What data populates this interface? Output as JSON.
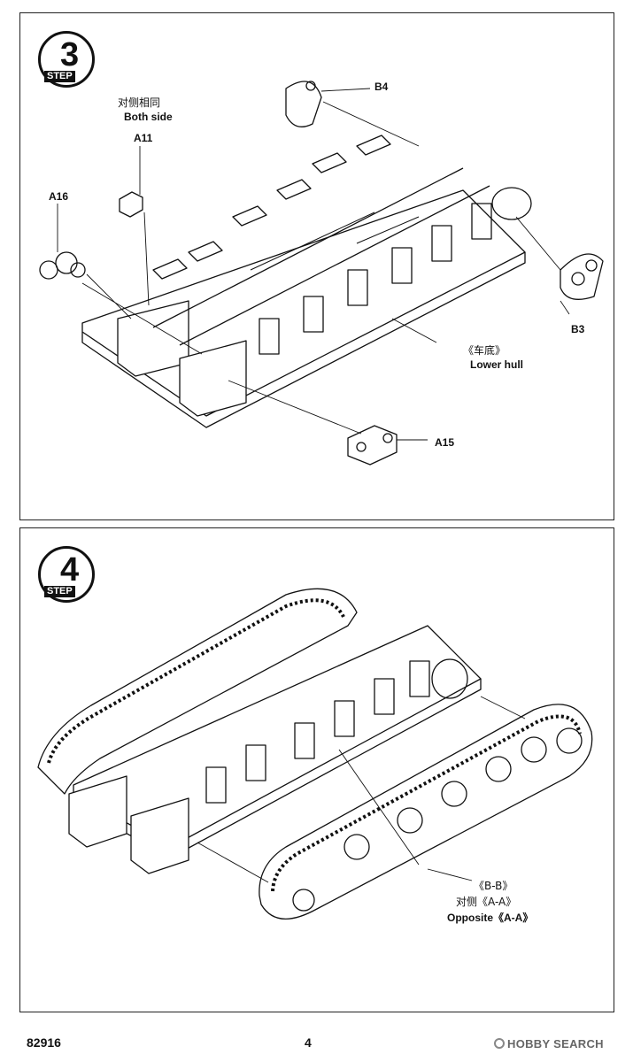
{
  "step3": {
    "number": "3",
    "word": "STEP",
    "both_side_cn": "对侧相同",
    "both_side_en": "Both side",
    "part_a11": "A11",
    "part_a16": "A16",
    "part_b4": "B4",
    "part_b3": "B3",
    "part_a15": "A15",
    "lower_hull_cn": "《车底》",
    "lower_hull_en": "Lower hull"
  },
  "step4": {
    "number": "4",
    "word": "STEP",
    "track_label": "《B-B》",
    "opposite_cn": "对侧《A-A》",
    "opposite_en": "Opposite《A-A》"
  },
  "footer": {
    "kit_number": "82916",
    "page_number": "4",
    "watermark": "HOBBY SEARCH"
  },
  "colors": {
    "line": "#111111",
    "background": "#ffffff"
  }
}
